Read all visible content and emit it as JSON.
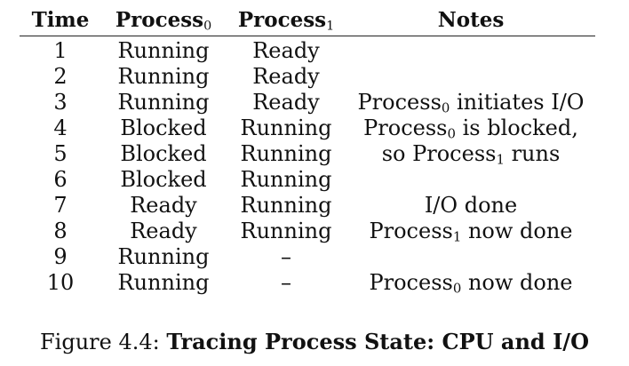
{
  "table": {
    "headers": {
      "time": "Time",
      "process0_base": "Process",
      "process0_sub": "0",
      "process1_base": "Process",
      "process1_sub": "1",
      "notes": "Notes"
    },
    "rows": [
      {
        "time": "1",
        "p0": "Running",
        "p1": "Ready",
        "note_pre": "",
        "note_sub": "",
        "note_post": ""
      },
      {
        "time": "2",
        "p0": "Running",
        "p1": "Ready",
        "note_pre": "",
        "note_sub": "",
        "note_post": ""
      },
      {
        "time": "3",
        "p0": "Running",
        "p1": "Ready",
        "note_pre": "Process",
        "note_sub": "0",
        "note_post": " initiates I/O"
      },
      {
        "time": "4",
        "p0": "Blocked",
        "p1": "Running",
        "note_pre": "Process",
        "note_sub": "0",
        "note_post": " is blocked,"
      },
      {
        "time": "5",
        "p0": "Blocked",
        "p1": "Running",
        "note_pre": "so Process",
        "note_sub": "1",
        "note_post": " runs"
      },
      {
        "time": "6",
        "p0": "Blocked",
        "p1": "Running",
        "note_pre": "",
        "note_sub": "",
        "note_post": ""
      },
      {
        "time": "7",
        "p0": "Ready",
        "p1": "Running",
        "note_pre": "I/O done",
        "note_sub": "",
        "note_post": ""
      },
      {
        "time": "8",
        "p0": "Ready",
        "p1": "Running",
        "note_pre": "Process",
        "note_sub": "1",
        "note_post": " now done"
      },
      {
        "time": "9",
        "p0": "Running",
        "p1": "–",
        "note_pre": "",
        "note_sub": "",
        "note_post": ""
      },
      {
        "time": "10",
        "p0": "Running",
        "p1": "–",
        "note_pre": "Process",
        "note_sub": "0",
        "note_post": " now done"
      }
    ]
  },
  "caption": {
    "label": "Figure 4.4: ",
    "title": "Tracing Process State: CPU and I/O"
  }
}
